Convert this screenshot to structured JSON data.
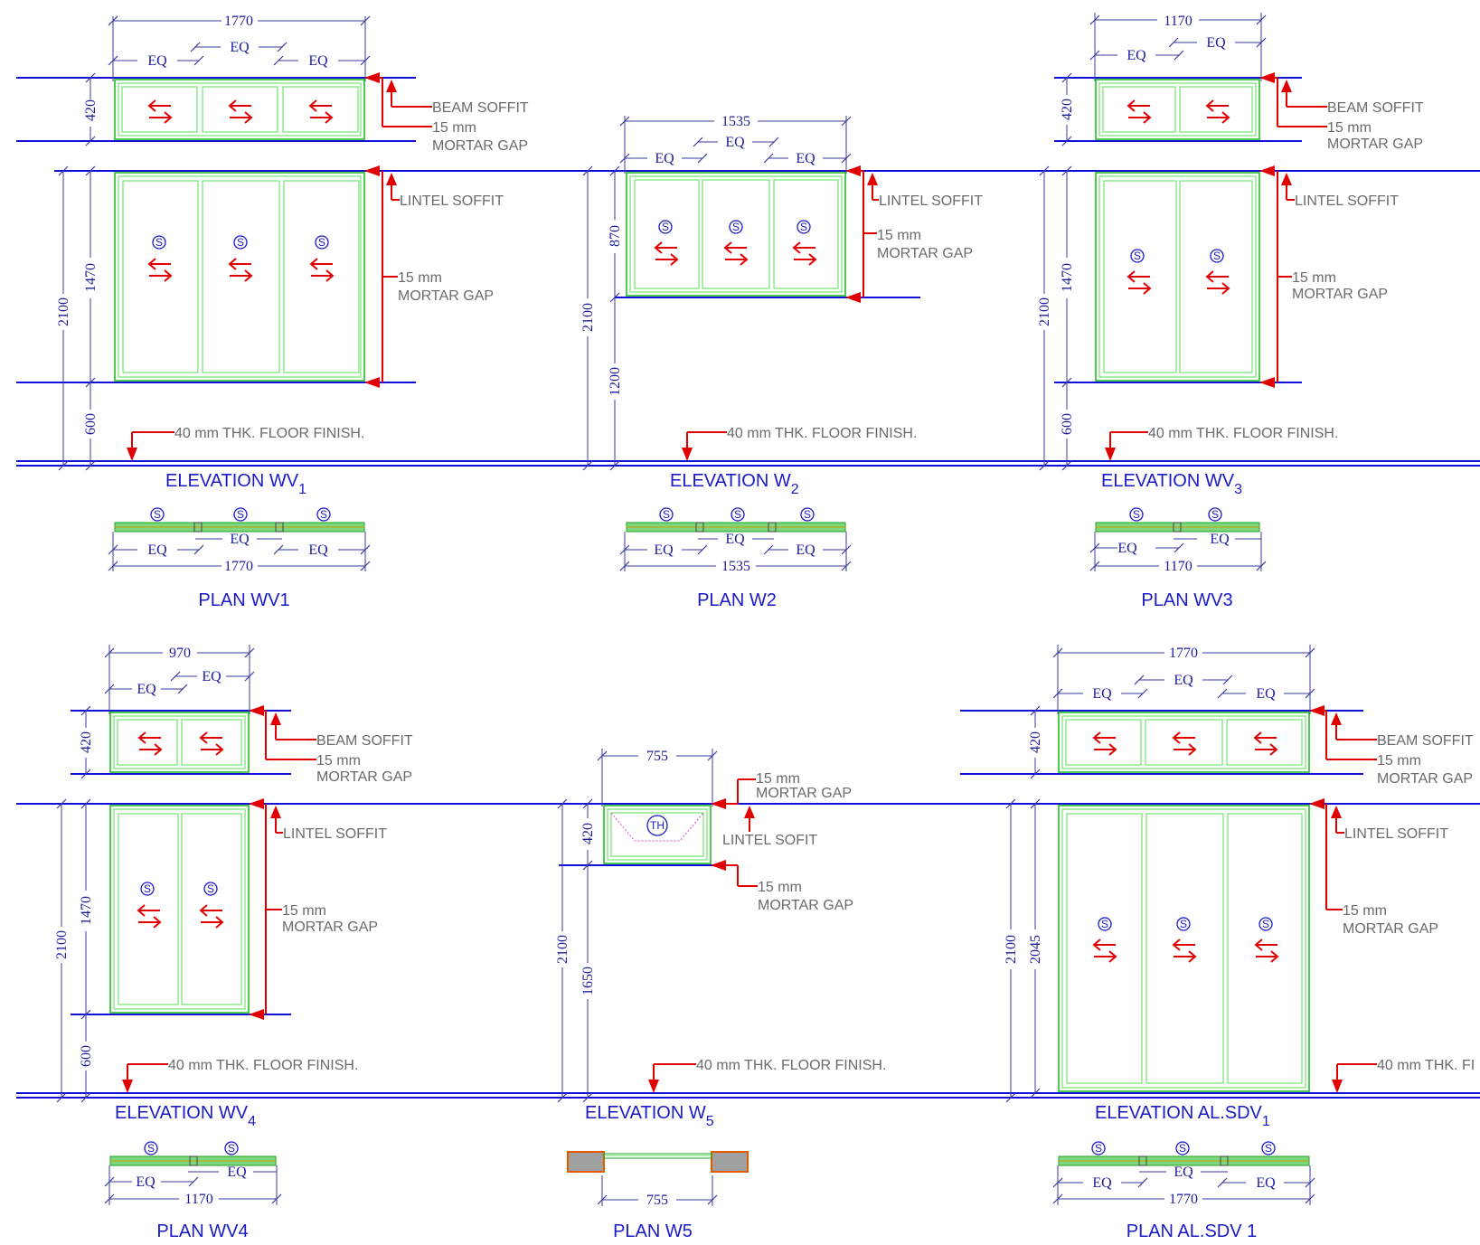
{
  "notes": {
    "beam_soffit": "BEAM SOFFIT",
    "mm15": "15 mm",
    "mortar_gap": "MORTAR GAP",
    "lintel_soffit": "LINTEL SOFFIT",
    "lintel_sofit": "LINTEL SOFIT",
    "floor_finish": "40 mm THK. FLOOR FINISH.",
    "floor_finish_cut": "40 mm THK. FI"
  },
  "symbols": {
    "sliding": "S",
    "top_hung": "TH",
    "eq": "EQ"
  },
  "titles": {
    "wv1": {
      "base": "ELEVATION   WV",
      "sub": "1"
    },
    "w2": {
      "base": "ELEVATION   W",
      "sub": "2"
    },
    "wv3": {
      "base": "ELEVATION   WV",
      "sub": "3"
    },
    "wv4": {
      "base": "ELEVATION  WV",
      "sub": "4"
    },
    "w5": {
      "base": "ELEVATION   W",
      "sub": "5"
    },
    "sdv1": {
      "base": "ELEVATION   AL.SDV",
      "sub": "1"
    }
  },
  "plans": {
    "wv1": "PLAN  WV1",
    "w2": "PLAN  W2",
    "wv3": "PLAN  WV3",
    "wv4": "PLAN  WV4",
    "w5": "PLAN  W5",
    "sdv1": "PLAN  AL.SDV 1"
  },
  "dims": {
    "wv1": {
      "top": "1770",
      "vent_h": "420",
      "win_h": "1470",
      "total_h": "2100",
      "sill_h": "600",
      "plan_w": "1770"
    },
    "w2": {
      "top": "1535",
      "win_h": "870",
      "total_h": "2100",
      "sill_h": "1200",
      "plan_w": "1535"
    },
    "wv3": {
      "top": "1170",
      "vent_h": "420",
      "win_h": "1470",
      "total_h": "2100",
      "sill_h": "600",
      "plan_w": "1170"
    },
    "wv4": {
      "top": "970",
      "vent_h": "420",
      "win_h": "1470",
      "total_h": "2100",
      "sill_h": "600",
      "plan_w": "1170"
    },
    "w5": {
      "top": "755",
      "win_h": "420",
      "total_h": "2100",
      "sill_h": "1650",
      "plan_w": "755"
    },
    "sdv1": {
      "top": "1770",
      "vent_h": "420",
      "door_h": "2045",
      "total_h": "2100",
      "plan_w": "1770"
    }
  }
}
